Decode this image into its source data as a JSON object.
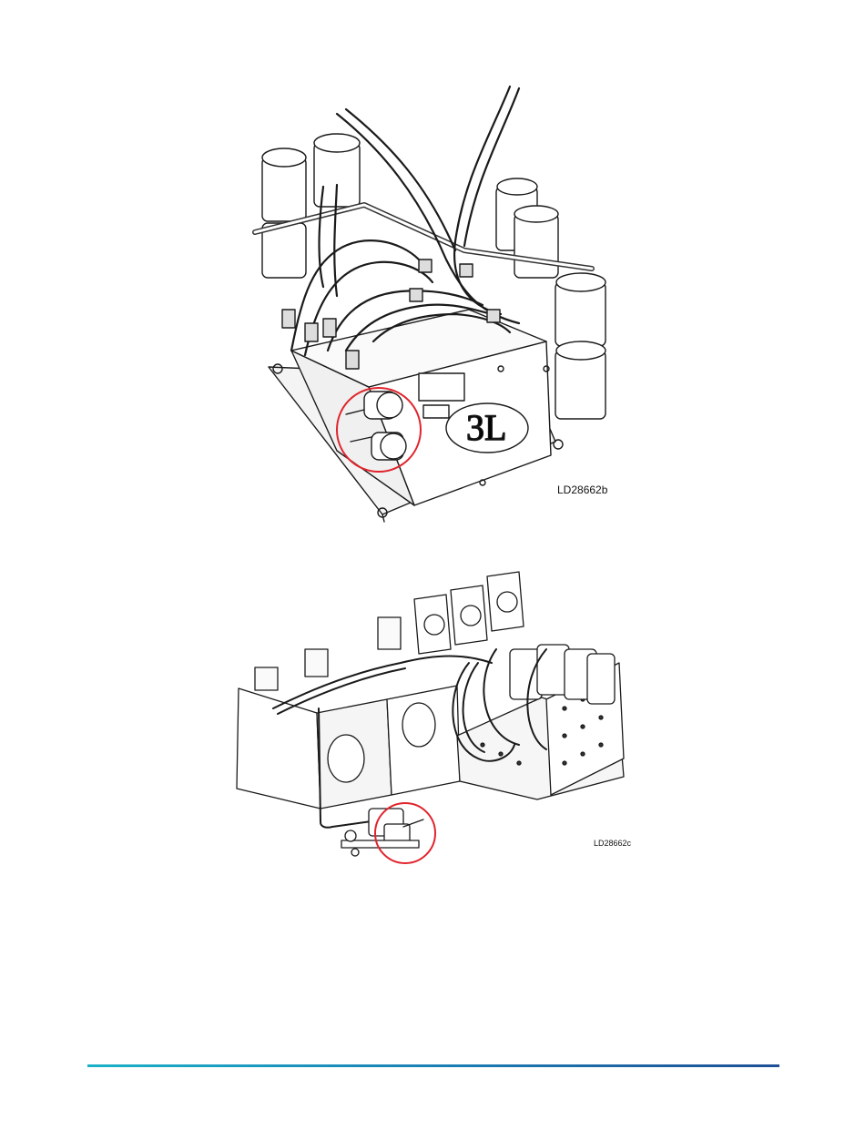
{
  "figures": [
    {
      "id_label": "LD28662b",
      "module_label": "3L",
      "callout_color": "#e0242c"
    },
    {
      "id_label": "LD28662c",
      "callout_color": "#e0242c"
    }
  ],
  "footer": {
    "rule_colors": [
      "#1bb1c8",
      "#1a7fb6",
      "#1d4f96"
    ]
  }
}
